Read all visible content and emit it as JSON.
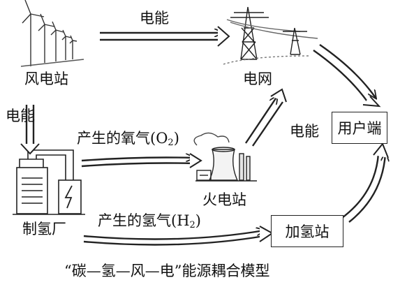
{
  "nodes": {
    "wind_station": "风电站",
    "grid": "电网",
    "user": "用户端",
    "hydrogen_plant": "制氢厂",
    "thermal_plant": "火电站",
    "hydrogen_station": "加氢站"
  },
  "edges": {
    "wind_to_grid": "电能",
    "wind_to_plant": "电能",
    "thermal_to_grid": "电能",
    "oxygen_text": "产生的氧气(O",
    "oxygen_sub": "2",
    "oxygen_close": ")",
    "hydrogen_text": "产生的氢气(H",
    "hydrogen_sub": "2",
    "hydrogen_close": ")"
  },
  "caption": "“碳—氢—风—电”能源耦合模型"
}
